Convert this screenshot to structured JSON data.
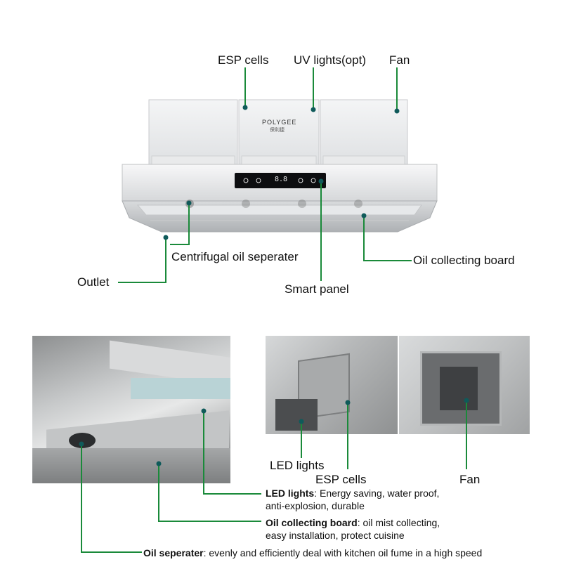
{
  "hood": {
    "brand": "POLYGEE",
    "brand_cn": "保利捷",
    "panel_display": "8.8"
  },
  "labels": {
    "esp_cells": "ESP cells",
    "uv_lights": "UV lights(opt)",
    "fan": "Fan",
    "centrifugal": "Centrifugal oil seperater",
    "oil_board": "Oil collecting board",
    "outlet": "Outlet",
    "smart_panel": "Smart panel",
    "led_lights_photo": "LED lights",
    "esp_cells_photo": "ESP cells",
    "fan_photo": "Fan"
  },
  "descriptions": [
    {
      "term": "LED lights",
      "line1": ": Energy saving, water proof,",
      "line2": "anti-explosion, durable"
    },
    {
      "term": "Oil collecting board",
      "line1": ": oil mist collecting,",
      "line2": "easy installation, protect cuisine"
    },
    {
      "term": "Oil seperater",
      "line1": ": evenly and efficiently deal with kitchen oil fume in a high speed",
      "line2": ""
    }
  ],
  "colors": {
    "leader": "#1a8a3a",
    "dot": "#0f5a5a",
    "steel": "#b9bcbf"
  }
}
